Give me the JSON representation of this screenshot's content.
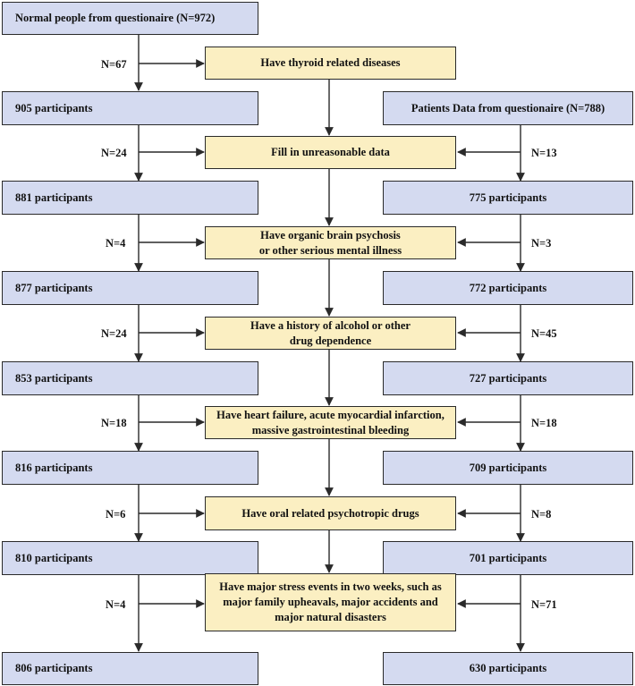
{
  "left": {
    "start": "Normal people from questionaire (N=972)",
    "steps": [
      "905 participants",
      "881 participants",
      "877 participants",
      "853 participants",
      "816 participants",
      "810 participants",
      "806 participants"
    ],
    "exclusions": [
      "N=67",
      "N=24",
      "N=4",
      "N=24",
      "N=18",
      "N=6",
      "N=4"
    ]
  },
  "right": {
    "start": "Patients  Data from questionaire (N=788)",
    "steps": [
      "775 participants",
      "772 participants",
      "727 participants",
      "709 participants",
      "701 participants",
      "630 participants"
    ],
    "exclusions": [
      "N=13",
      "N=3",
      "N=45",
      "N=18",
      "N=8",
      "N=71"
    ]
  },
  "criteria": [
    "Have thyroid related diseases",
    "Fill in unreasonable data",
    "Have organic brain psychosis\nor other serious mental illness",
    "Have a history of alcohol or other\ndrug dependence",
    "Have heart failure, acute myocardial infarction,\nmassive gastrointestinal bleeding",
    "Have oral related psychotropic drugs",
    "Have major stress events in two weeks, such as\nmajor family upheavals, major accidents and\nmajor natural disasters"
  ],
  "colors": {
    "participant_box": "#d4daf0",
    "criteria_box": "#fbefc2",
    "line": "#2a2a2a"
  }
}
